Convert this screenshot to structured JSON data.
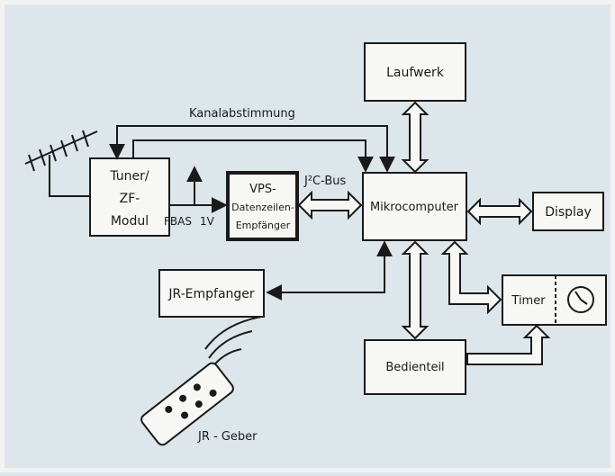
{
  "colors": {
    "background": "#dde6ea",
    "frame": "#f2f2f2",
    "ink": "#1a1a1a",
    "box_fill": "#f7f7f5"
  },
  "labels": {
    "kanalabstimmung": "Kanalabstimmung",
    "fbas": "FBAS",
    "fbas_level": "1V",
    "i2c_bus": "J²C-Bus",
    "jr_geber": "JR - Geber"
  },
  "blocks": {
    "laufwerk": "Laufwerk",
    "tuner_line1": "Tuner/",
    "tuner_line2": "ZF-",
    "tuner_line3": "Modul",
    "vps_line1": "VPS-",
    "vps_line2": "Datenzeilen-",
    "vps_line3": "Empfänger",
    "mikrocomputer": "Mikrocomputer",
    "display": "Display",
    "jr_empfaenger": "JR-Empfanger",
    "timer": "Timer",
    "bedienteil": "Bedienteil"
  },
  "icons": {
    "antenna": "antenna-icon",
    "clock": "clock-icon",
    "remote": "remote-control-icon",
    "signal_waves": "infrared-waves-icon"
  }
}
